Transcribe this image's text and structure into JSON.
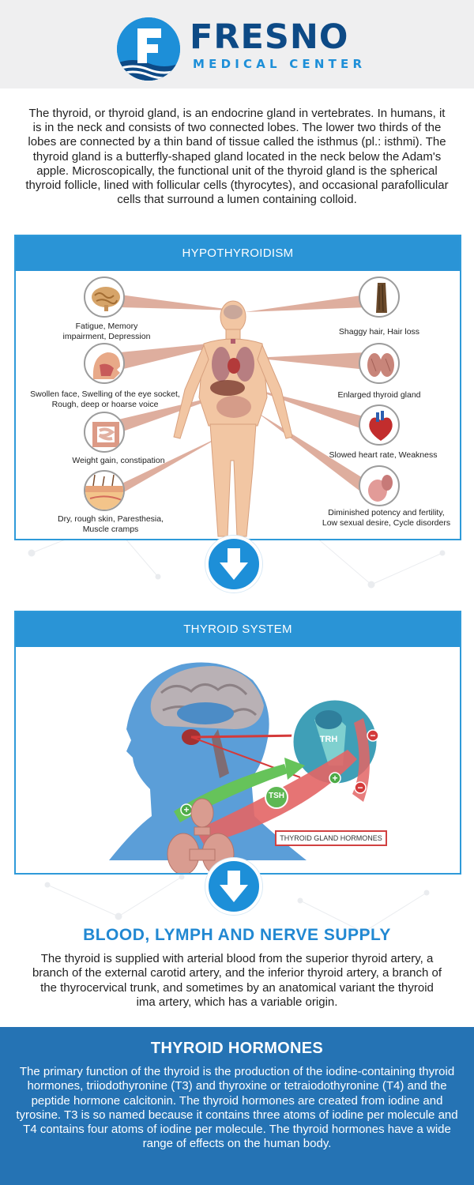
{
  "header": {
    "logo_letter": "F",
    "title": "FRESNO",
    "subtitle": "MEDICAL CENTER"
  },
  "intro": "The thyroid, or thyroid gland, is an endocrine gland in vertebrates. In humans, it is in the neck and consists of two connected lobes. The lower two thirds of the lobes are connected by a thin band of tissue called the isthmus (pl.: isthmi). The thyroid gland is a butterfly-shaped gland located in the neck below the Adam's apple. Microscopically, the functional unit of the thyroid gland is the spherical thyroid follicle, lined with follicular cells (thyrocytes), and occasional parafollicular cells that surround a lumen containing colloid.",
  "hypothyroidism": {
    "title": "HYPOTHYROIDISM",
    "left": [
      {
        "l1": "Fatigue, Memory",
        "l2": "impairment, Depression"
      },
      {
        "l1": "Swollen face, Swelling of the eye socket,",
        "l2": "Rough, deep or hoarse voice"
      },
      {
        "l1": "Weight gain, constipation",
        "l2": ""
      },
      {
        "l1": "Dry, rough skin, Paresthesia,",
        "l2": "Muscle cramps"
      }
    ],
    "right": [
      {
        "l1": "Shaggy hair, Hair loss",
        "l2": ""
      },
      {
        "l1": "Enlarged thyroid gland",
        "l2": ""
      },
      {
        "l1": "Slowed heart rate, Weakness",
        "l2": ""
      },
      {
        "l1": "Diminished potency and fertility,",
        "l2": "Low sexual desire, Cycle disorders"
      }
    ]
  },
  "thyroid_system": {
    "title": "THYROID SYSTEM",
    "trh": "TRH",
    "tsh": "TSH",
    "plus": "+",
    "minus": "−",
    "hormones_tag": "THYROID GLAND HORMONES"
  },
  "blood": {
    "title": "BLOOD, LYMPH AND NERVE SUPPLY",
    "text": "The thyroid is supplied with arterial blood from the superior thyroid artery, a branch of the external carotid artery, and the inferior thyroid artery, a branch of the thyrocervical trunk, and sometimes by an anatomical variant the thyroid ima artery, which has a variable origin."
  },
  "hormones": {
    "title": "THYROID HORMONES",
    "text": "The primary function of the thyroid is the production of the iodine-containing thyroid hormones, triiodothyronine (T3) and thyroxine or tetraiodothyronine (T4) and the peptide hormone calcitonin. The thyroid hormones are created from iodine and tyrosine. T3 is so named because it contains three atoms of iodine per molecule and T4 contains four atoms of iodine per molecule. The thyroid hormones have a wide range of effects on the human body."
  },
  "colors": {
    "brand_dark": "#0d4a86",
    "brand_blue": "#1d8fd8",
    "panel_blue": "#2a94d6",
    "footer_blue": "#2573b4"
  }
}
